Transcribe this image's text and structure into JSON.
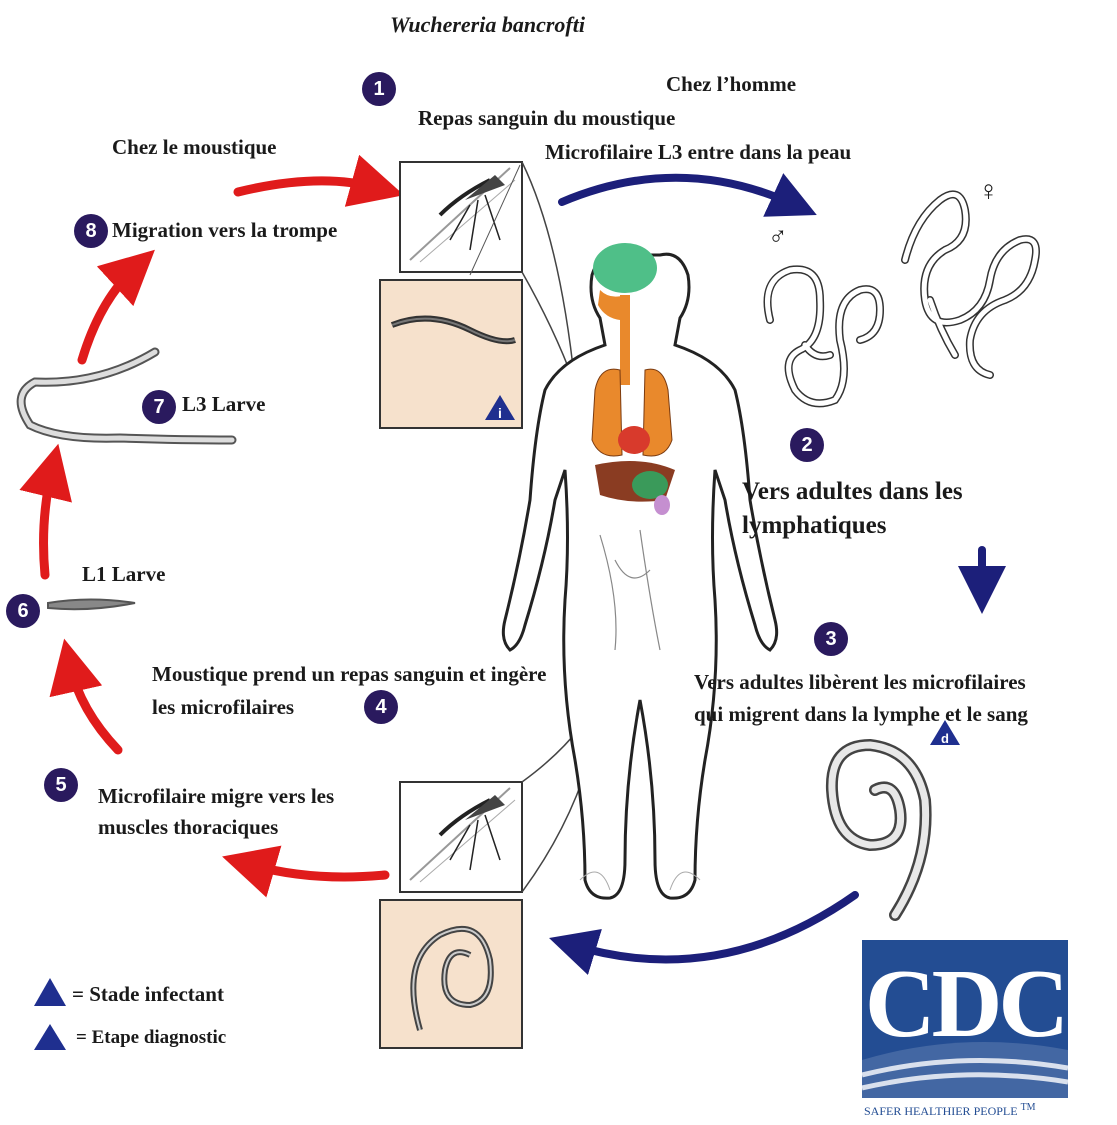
{
  "title": "Wuchereria bancrofti",
  "labels": {
    "chez_homme": "Chez l’homme",
    "chez_moustique": "Chez le moustique",
    "step1": "Repas sanguin du moustique",
    "step1b": "Microfilaire L3 entre dans la peau",
    "step2a": "Vers adultes dans les",
    "step2b": "lymphatiques",
    "step3a": "Vers adultes libèrent les microfilaires",
    "step3b": "qui migrent dans la lymphe  et  le sang",
    "step4a": "Moustique prend un repas sanguin et ingère",
    "step4b": "les microfilaires",
    "step5a": "Microfilaire migre vers les",
    "step5b": "muscles thoraciques",
    "step6": "L1 Larve",
    "step7": "L3 Larve",
    "step8": "Migration vers la trompe"
  },
  "numbers": [
    "1",
    "2",
    "3",
    "4",
    "5",
    "6",
    "7",
    "8"
  ],
  "legend": {
    "infective_symbol": "i",
    "infective_label": "= Stade infectant",
    "diagnostic_symbol": "d",
    "diagnostic_label": "= Etape diagnostic"
  },
  "symbols": {
    "male": "♂",
    "female": "♀"
  },
  "logo": {
    "text": "CDC",
    "tagline": "SAFER HEALTHIER PEOPLE",
    "tm": "TM"
  },
  "colors": {
    "red_arrow": "#e01b1b",
    "blue_arrow": "#1c1f7a",
    "number_bg": "#2a1a5e",
    "cdc_blue": "#234d93",
    "legend_tri": "#1f2f8f"
  }
}
